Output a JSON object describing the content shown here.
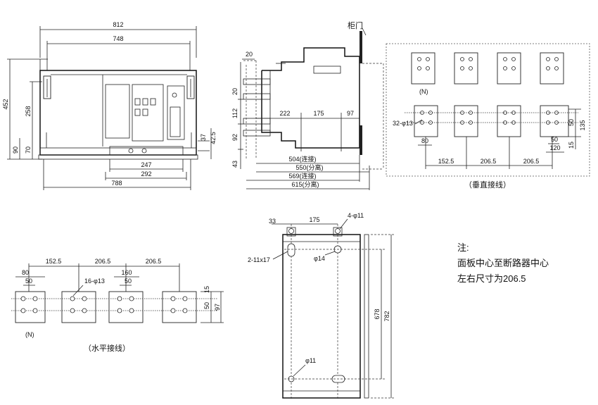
{
  "front_view": {
    "dim_812": "812",
    "dim_748": "748",
    "dim_452": "452",
    "dim_258": "258",
    "dim_90": "90",
    "dim_70": "70",
    "dim_37": "37",
    "dim_42_5": "42.5",
    "dim_247": "247",
    "dim_292": "292",
    "dim_788": "788"
  },
  "side_view": {
    "door_label": "柜门",
    "dim_20a": "20",
    "dim_20b": "20",
    "dim_112": "112",
    "dim_92": "92",
    "dim_43": "43",
    "dim_222": "222",
    "dim_175": "175",
    "dim_97": "97",
    "dim_504": "504(连接)",
    "dim_550": "550(分离)",
    "dim_569": "569(连接)",
    "dim_615": "615(分离)"
  },
  "vertical_connection": {
    "n_label": "(N)",
    "hole_spec": "32-φ13",
    "dim_80": "80",
    "dim_152_5": "152.5",
    "dim_206_5a": "206.5",
    "dim_206_5b": "206.5",
    "dim_50": "50",
    "dim_120": "120",
    "dim_135": "135",
    "dim_50v": "50",
    "dim_15": "15",
    "title": "（垂直接线）"
  },
  "horizontal_connection": {
    "dim_80": "80",
    "dim_50a": "50",
    "dim_152_5": "152.5",
    "dim_206_5a": "206.5",
    "dim_206_5b": "206.5",
    "hole_spec": "16-φ13",
    "dim_160": "160",
    "dim_50b": "50",
    "dim_15": "15",
    "dim_50v": "50",
    "dim_97": "97",
    "n_label": "(N)",
    "title": "（水平接线）"
  },
  "mounting_view": {
    "dim_33": "33",
    "dim_175": "175",
    "hole_spec": "4-φ11",
    "slot_spec": "2-11x17",
    "dia_14": "φ14",
    "dim_678": "678",
    "dim_782": "782",
    "dia_11": "φ11"
  },
  "notes": {
    "heading": "注:",
    "line1": "面板中心至断路器中心",
    "line2": "左右尺寸为206.5"
  }
}
